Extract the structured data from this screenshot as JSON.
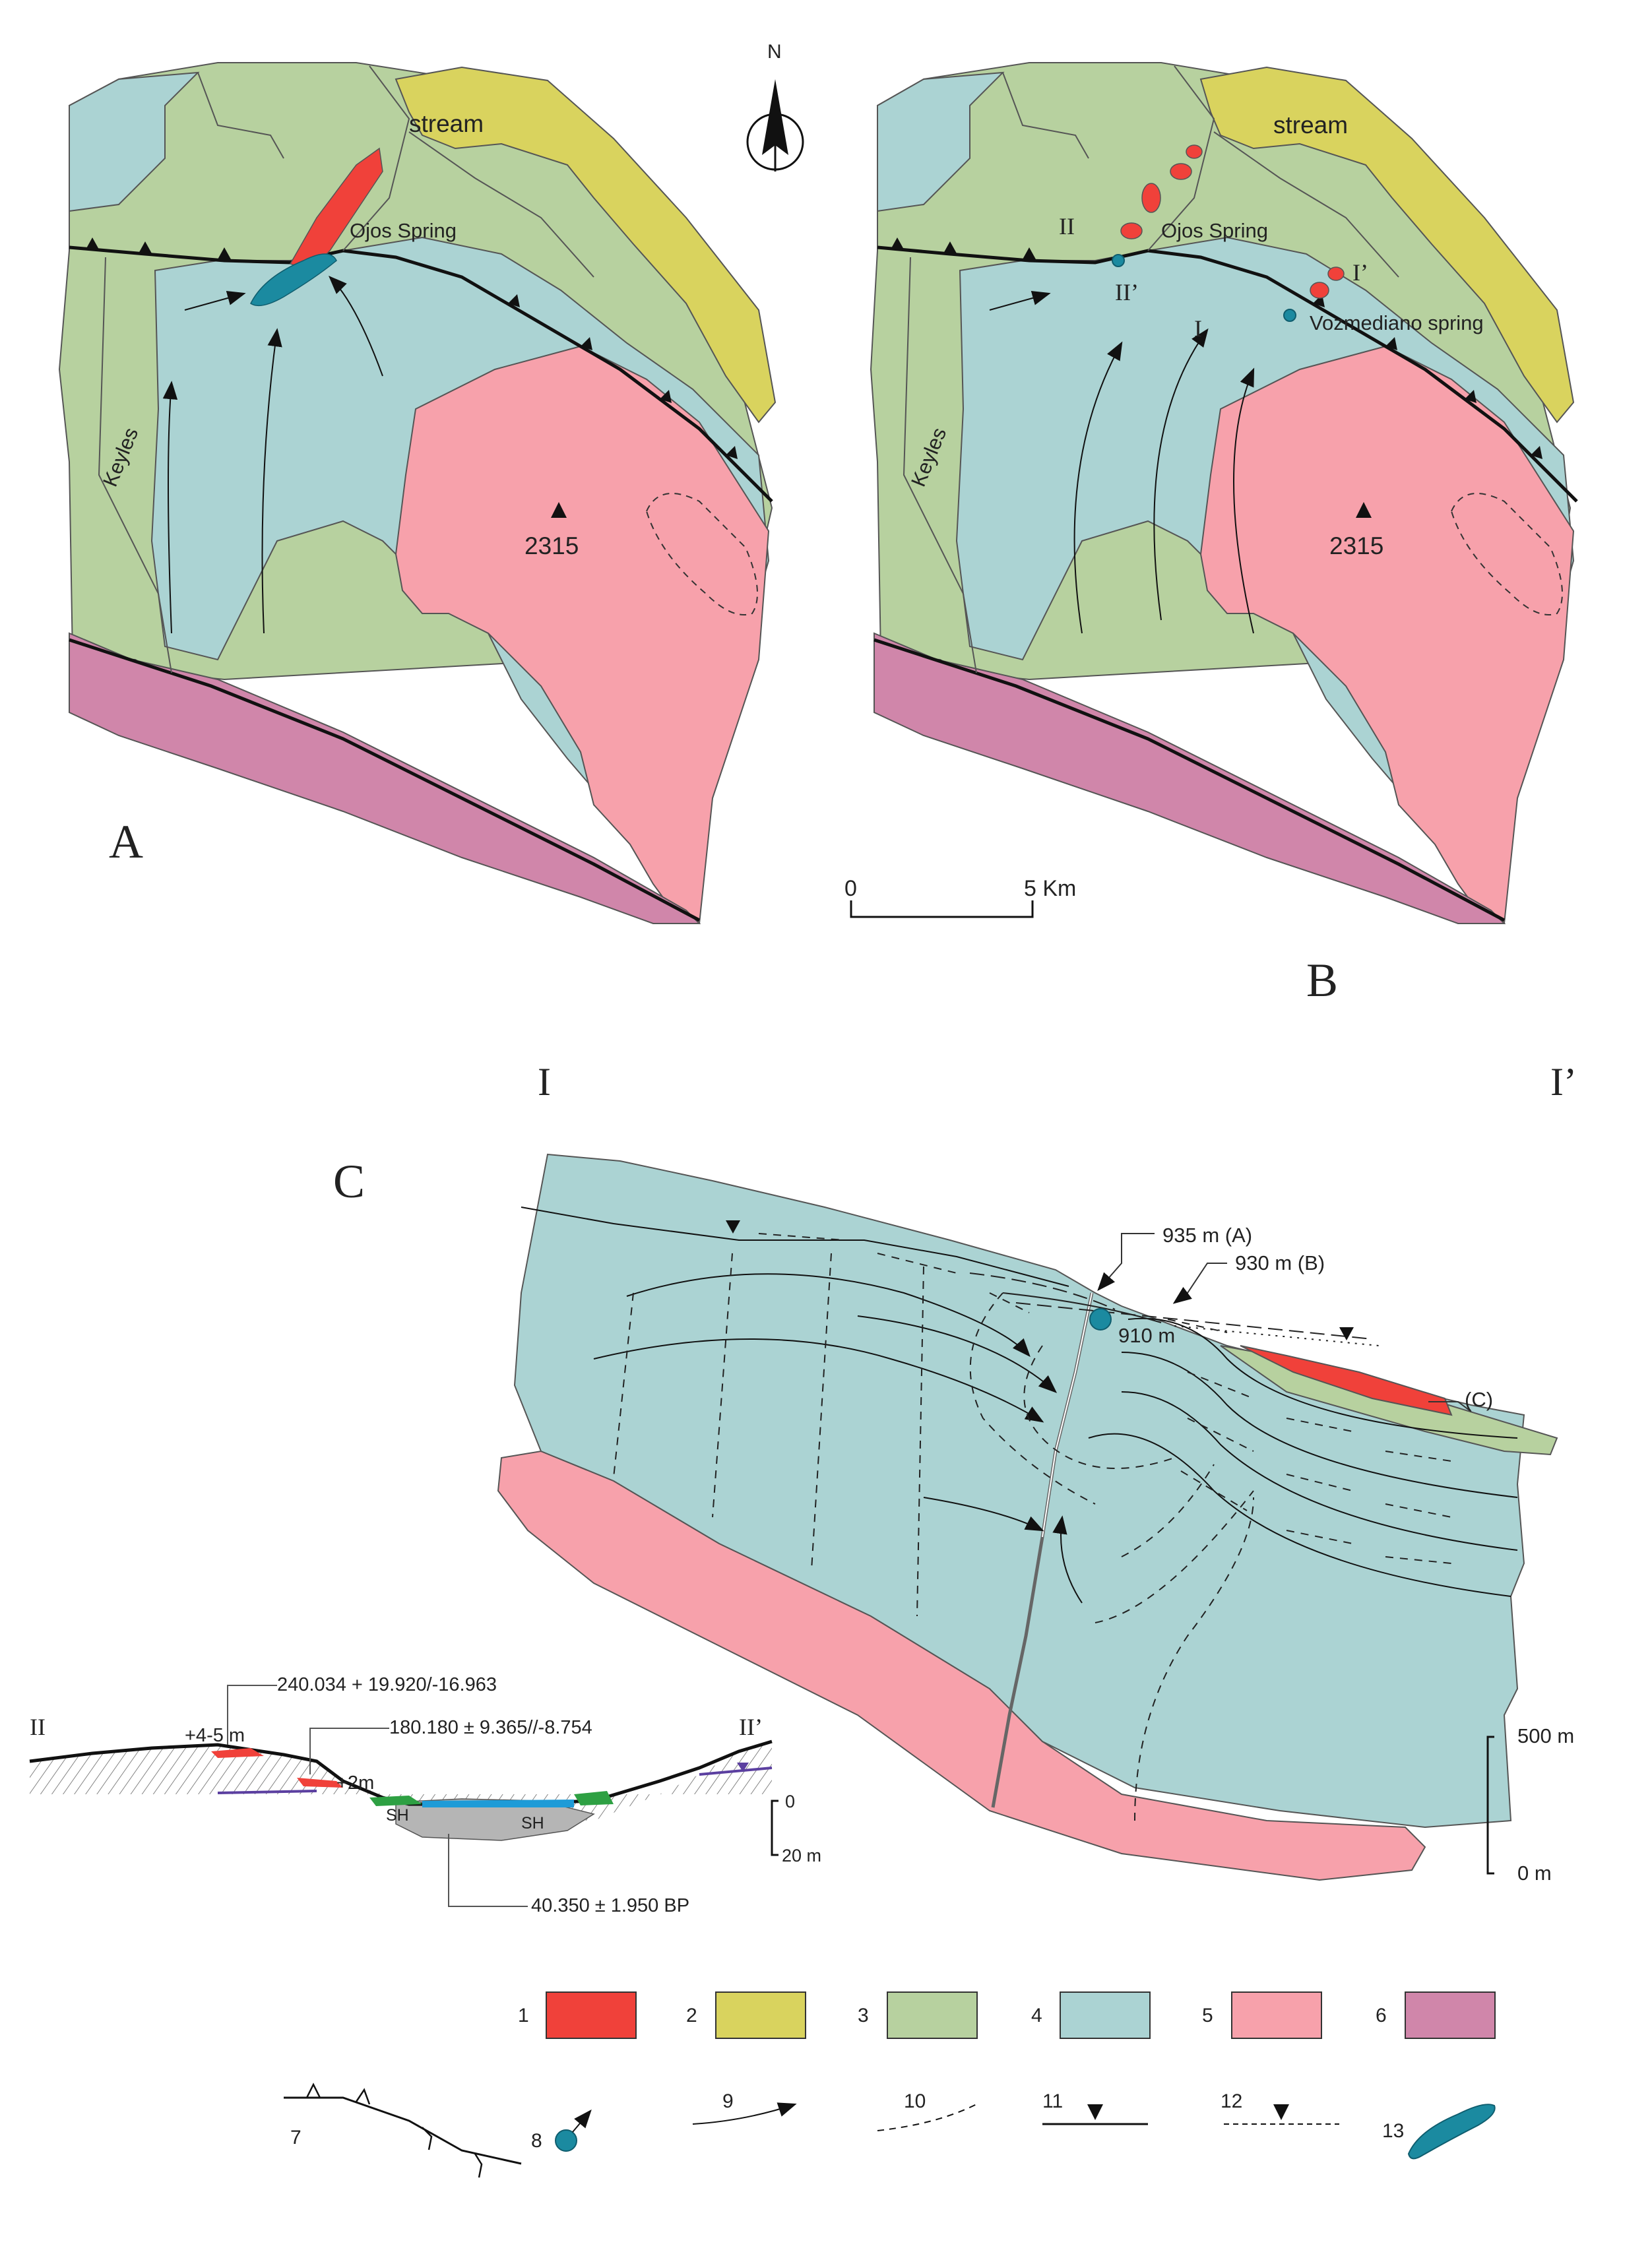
{
  "panels": {
    "a": "A",
    "b": "B",
    "c": "C"
  },
  "north_arrow": "N",
  "map_labels": {
    "stream": "stream",
    "ojos_spring": "Ojos Spring",
    "vozmediano_spring": "Vozmediano spring",
    "keyles": "Keyles",
    "peak": "2315",
    "ii": "II",
    "ii_prime": "II’",
    "i": "I",
    "i_prime": "I’"
  },
  "scale_bar": {
    "start": "0",
    "end": "5 Km"
  },
  "section_i": {
    "left_end": "I",
    "right_end": "I’",
    "label_a": "935 m (A)",
    "label_b": "930 m (B)",
    "spring_elev": "910 m",
    "label_c": "(C)",
    "scale_top": "500 m",
    "scale_bottom": "0 m"
  },
  "section_ii": {
    "left_end": "II",
    "right_end": "II’",
    "date_1": "240.034 + 19.920/-16.963",
    "date_2": "180.180 ± 9.365//-8.754",
    "date_3": "40.350 ± 1.950 BP",
    "terrace_1": "+4-5 m",
    "terrace_2": "+2m",
    "sh_1": "SH",
    "sh_2": "SH",
    "scale_top": "0",
    "scale_bottom": "20 m"
  },
  "legend": {
    "units": [
      {
        "num": "1",
        "color": "#f0413a"
      },
      {
        "num": "2",
        "color": "#d9d35e"
      },
      {
        "num": "3",
        "color": "#b7d19f"
      },
      {
        "num": "4",
        "color": "#abd3d3"
      },
      {
        "num": "5",
        "color": "#f7a1ab"
      },
      {
        "num": "6",
        "color": "#d086aa"
      }
    ],
    "symbols": [
      "7",
      "8",
      "9",
      "10",
      "11",
      "12",
      "13"
    ]
  },
  "colors": {
    "travertine_red": "#f0413a",
    "yellow": "#d9d35e",
    "green": "#b7d19f",
    "blue": "#abd3d3",
    "pink": "#f7a1ab",
    "purple": "#d086aa",
    "spring_teal": "#1b8aa0"
  }
}
